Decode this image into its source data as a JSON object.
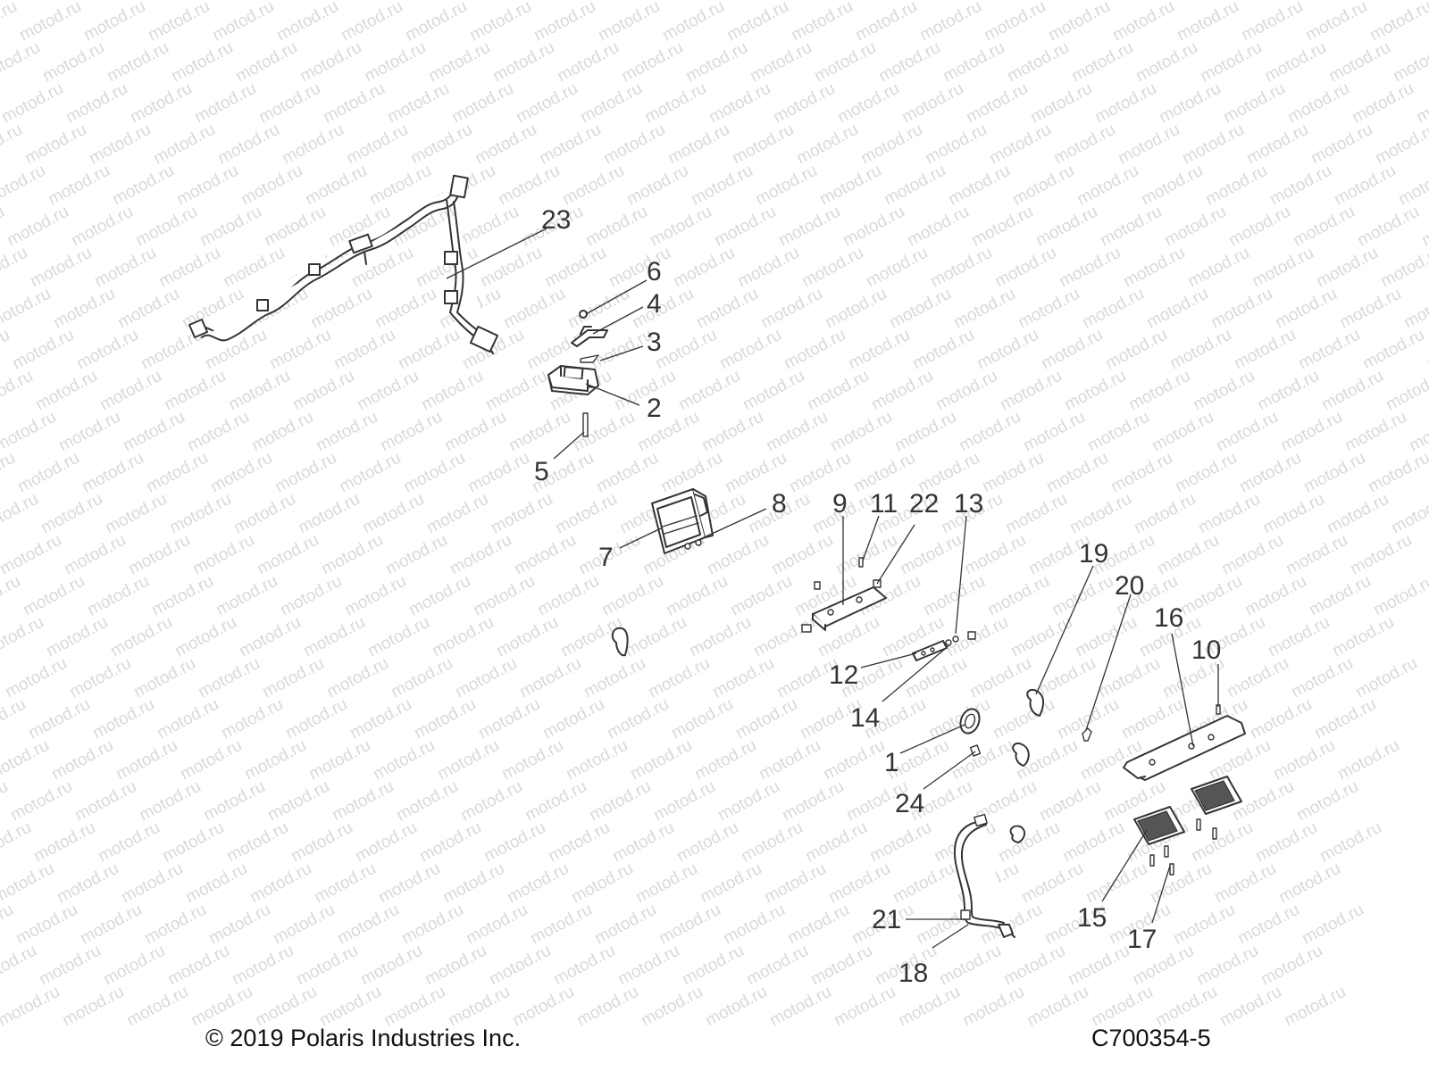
{
  "watermark": {
    "text": "motod.ru",
    "color": "#d9d9d9"
  },
  "callouts": [
    {
      "id": "23",
      "label": "23"
    },
    {
      "id": "6",
      "label": "6"
    },
    {
      "id": "4",
      "label": "4"
    },
    {
      "id": "3",
      "label": "3"
    },
    {
      "id": "2",
      "label": "2"
    },
    {
      "id": "5",
      "label": "5"
    },
    {
      "id": "8",
      "label": "8"
    },
    {
      "id": "7",
      "label": "7"
    },
    {
      "id": "9",
      "label": "9"
    },
    {
      "id": "11",
      "label": "11"
    },
    {
      "id": "22",
      "label": "22"
    },
    {
      "id": "13",
      "label": "13"
    },
    {
      "id": "19",
      "label": "19"
    },
    {
      "id": "20",
      "label": "20"
    },
    {
      "id": "16",
      "label": "16"
    },
    {
      "id": "10",
      "label": "10"
    },
    {
      "id": "12",
      "label": "12"
    },
    {
      "id": "14",
      "label": "14"
    },
    {
      "id": "1",
      "label": "1"
    },
    {
      "id": "24",
      "label": "24"
    },
    {
      "id": "21",
      "label": "21"
    },
    {
      "id": "18",
      "label": "18"
    },
    {
      "id": "15",
      "label": "15"
    },
    {
      "id": "17",
      "label": "17"
    }
  ],
  "footer": {
    "copyright": "© 2019 Polaris Industries Inc.",
    "code": "C700354-5"
  }
}
